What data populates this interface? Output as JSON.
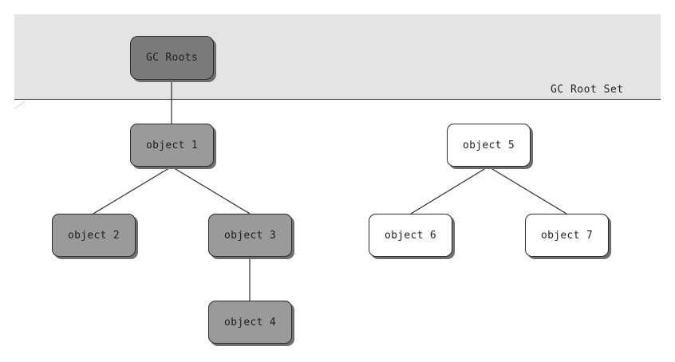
{
  "root_set": {
    "label": "GC Root Set"
  },
  "nodes": {
    "gc_roots": "GC Roots",
    "object1": "object 1",
    "object2": "object 2",
    "object3": "object 3",
    "object4": "object 4",
    "object5": "object 5",
    "object6": "object 6",
    "object7": "object 7"
  },
  "edges": [
    [
      "GC Roots",
      "object 1"
    ],
    [
      "object 1",
      "object 2"
    ],
    [
      "object 1",
      "object 3"
    ],
    [
      "object 3",
      "object 4"
    ],
    [
      "object 5",
      "object 6"
    ],
    [
      "object 5",
      "object 7"
    ]
  ],
  "colors": {
    "root_fill": "#7a7a7a",
    "reachable_fill": "#9a9a9a",
    "unreachable_fill": "#ffffff",
    "root_set_band": "#e4e4e4"
  }
}
